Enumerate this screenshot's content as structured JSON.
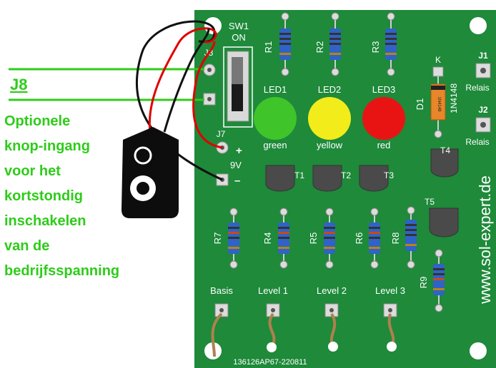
{
  "board": {
    "serial": "136126AP67-220811",
    "website": "www.sol-expert.de",
    "color": "#1e8a3a"
  },
  "switch": {
    "name": "SW1",
    "state": "ON"
  },
  "connectors": {
    "j8": "J8",
    "j7": "J7",
    "j1": "J1",
    "j2": "J2",
    "j1_label": "Relais",
    "j2_label": "Relais",
    "plus": "+",
    "minus": "–",
    "voltage": "9V"
  },
  "resistors": [
    "R1",
    "R2",
    "R3",
    "R4",
    "R5",
    "R6",
    "R7",
    "R8",
    "R9"
  ],
  "leds": [
    {
      "name": "LED1",
      "label": "green",
      "color": "#3fc42a"
    },
    {
      "name": "LED2",
      "label": "yellow",
      "color": "#f2ec1a"
    },
    {
      "name": "LED3",
      "label": "red",
      "color": "#e81414"
    }
  ],
  "transistors": [
    "T1",
    "T2",
    "T3",
    "T4",
    "T5"
  ],
  "diode": {
    "name": "D1",
    "part": "1N4148",
    "marking": "1N4148",
    "pin": "K"
  },
  "inputs": [
    "Basis",
    "Level 1",
    "Level 2",
    "Level 3"
  ],
  "annotation": {
    "title": "J8",
    "lines": [
      "Optionele",
      "knop-ingang",
      "voor het",
      "kortstondig",
      "inschakelen",
      "van de",
      "bedrijfsspanning"
    ],
    "color": "#2ecc1a"
  }
}
